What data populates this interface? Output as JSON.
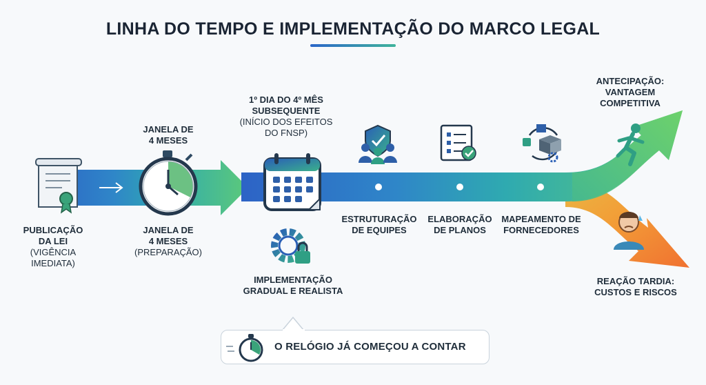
{
  "title": "LINHA DO TEMPO E IMPLEMENTAÇÃO DO MARCO LEGAL",
  "publication": {
    "line1": "PUBLICAÇÃO",
    "line2": "DA LEI",
    "line3": "(VIGÊNCIA",
    "line4": "IMEDIATA)"
  },
  "window_top": {
    "line1": "JANELA DE",
    "line2": "4 MESES"
  },
  "window_bottom": {
    "line1": "JANELA DE",
    "line2": "4 MESES",
    "line3": "(PREPARAÇÃO)"
  },
  "first_day": {
    "line1": "1º DIA DO 4º MÊS",
    "line2": "SUBSEQUENTE",
    "line3": "(INÍCIO DOS EFEITOS",
    "line4": "DO FNSP)"
  },
  "gradual": {
    "line1": "IMPLEMENTAÇÃO",
    "line2": "GRADUAL E REALISTA"
  },
  "steps": [
    {
      "line1": "ESTRUTURAÇÃO",
      "line2": "DE EQUIPES"
    },
    {
      "line1": "ELABORAÇÃO",
      "line2": "DE PLANOS"
    },
    {
      "line1": "MAPEAMENTO DE",
      "line2": "FORNECEDORES"
    }
  ],
  "anticipation": {
    "line1": "ANTECIPAÇÃO:",
    "line2": "VANTAGEM",
    "line3": "COMPETITIVA"
  },
  "late": {
    "line1": "REAÇÃO TARDIA:",
    "line2": "CUSTOS E RISCOS"
  },
  "callout": "O RELÓGIO JÁ COMEÇOU A CONTAR",
  "icons": [
    "document-seal-icon",
    "stopwatch-icon",
    "calendar-icon",
    "gear-lock-icon",
    "team-shield-icon",
    "checklist-icon",
    "supply-cycle-icon",
    "runner-icon",
    "worried-person-icon",
    "small-stopwatch-icon"
  ],
  "colors": {
    "blue": "#2f6fd0",
    "teal": "#33a8a8",
    "green": "#4cbb7a",
    "orange": "#f07a2a"
  }
}
